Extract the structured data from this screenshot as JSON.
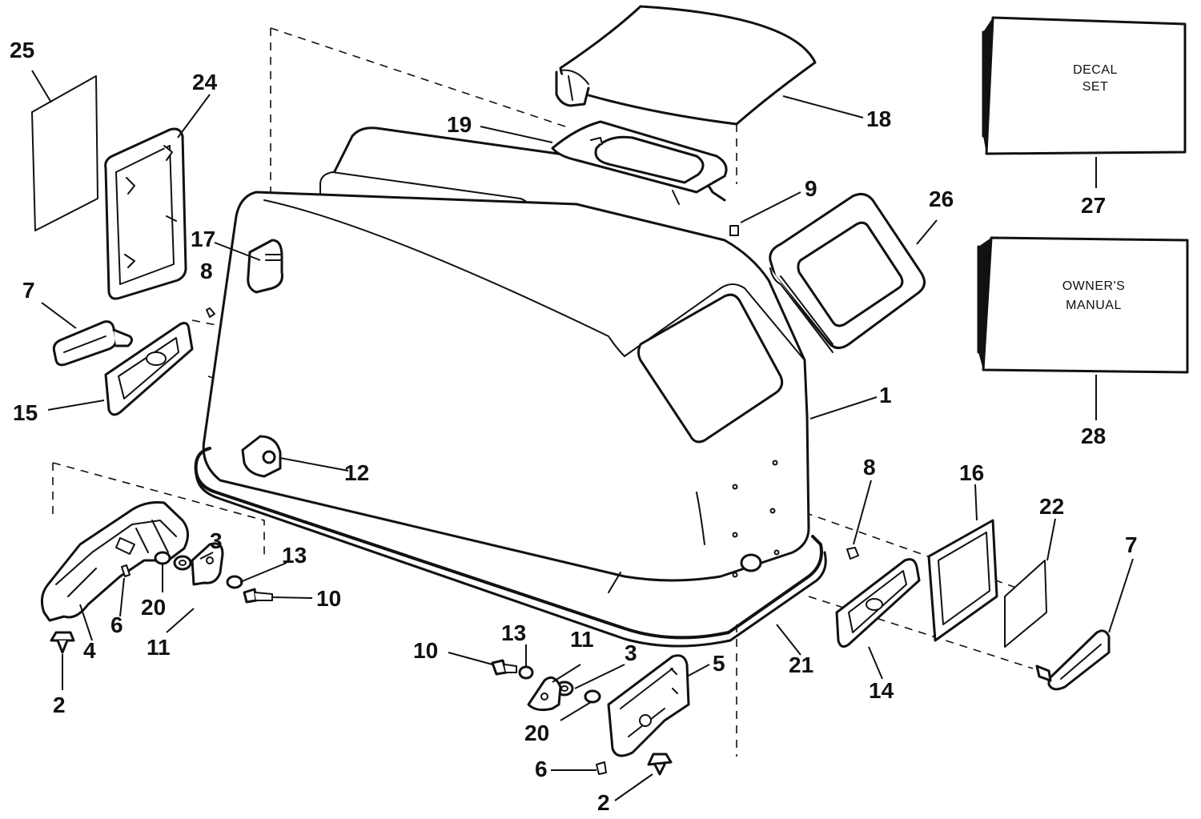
{
  "callouts": {
    "c1": "1",
    "c2a": "2",
    "c2b": "2",
    "c3a": "3",
    "c3b": "3",
    "c4": "4",
    "c5": "5",
    "c6a": "6",
    "c6b": "6",
    "c7a": "7",
    "c7b": "7",
    "c8a": "8",
    "c8b": "8",
    "c9": "9",
    "c10a": "10",
    "c10b": "10",
    "c11a": "11",
    "c11b": "11",
    "c12": "12",
    "c13a": "13",
    "c13b": "13",
    "c14": "14",
    "c15": "15",
    "c16": "16",
    "c17": "17",
    "c18": "18",
    "c19": "19",
    "c20a": "20",
    "c20b": "20",
    "c21": "21",
    "c22": "22",
    "c24": "24",
    "c25": "25",
    "c26": "26",
    "c27": "27",
    "c28": "28"
  },
  "boxes": {
    "decal_line1": "DECAL",
    "decal_line2": "SET",
    "manual_line1": "OWNER'S",
    "manual_line2": "MANUAL"
  }
}
